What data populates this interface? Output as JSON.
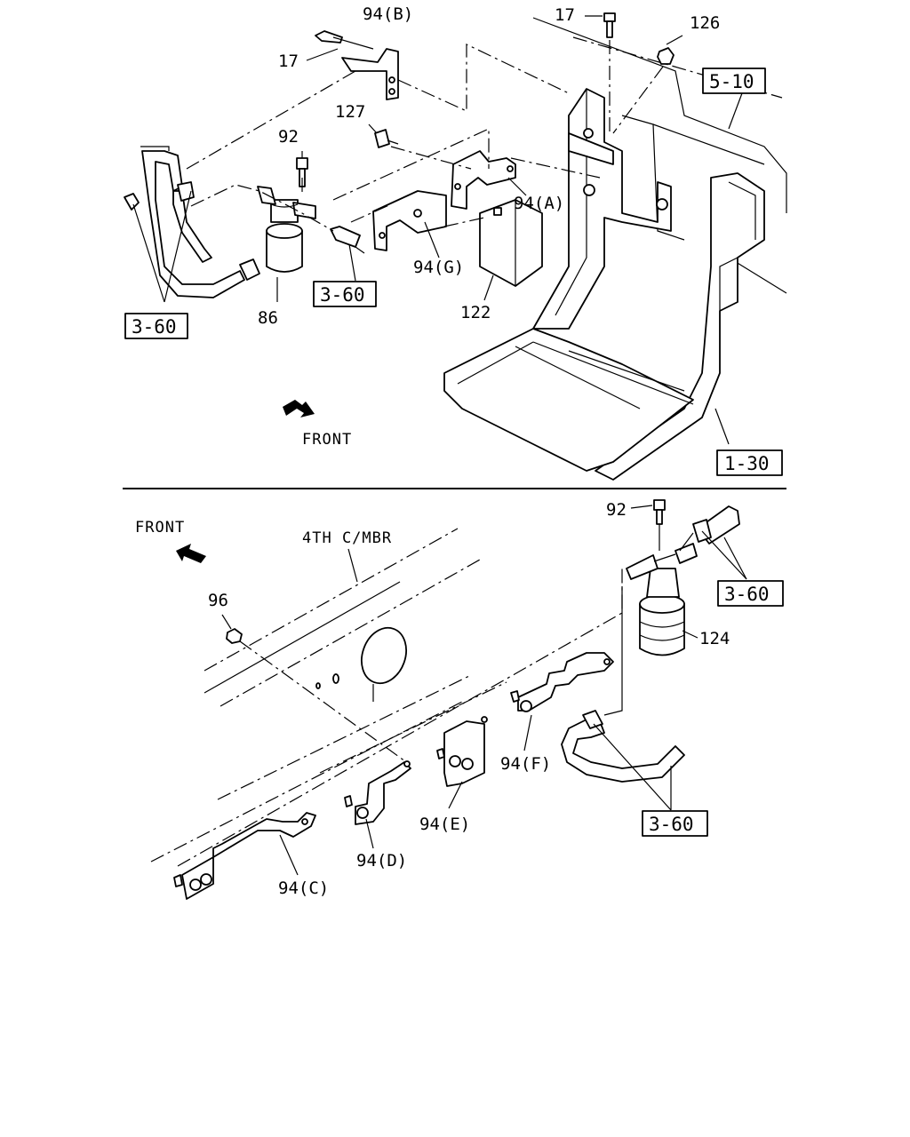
{
  "labels": {
    "p94b": "94(B)",
    "p17_top_right": "17",
    "p126": "126",
    "p17_top_left": "17",
    "p127": "127",
    "p92_top": "92",
    "p94a": "94(A)",
    "p94g": "94(G)",
    "p122": "122",
    "p86": "86",
    "p92_bottom": "92",
    "p96": "96",
    "p124": "124",
    "p94f": "94(F)",
    "p94e": "94(E)",
    "p94d": "94(D)",
    "p94c": "94(C)"
  },
  "refs": {
    "r5_10": "5-10",
    "r3_60_upper_center": "3-60",
    "r3_60_upper_left": "3-60",
    "r1_30": "1-30",
    "r3_60_lower_right": "3-60",
    "r3_60_lower_center": "3-60"
  },
  "text": {
    "front_upper": "FRONT",
    "front_lower": "FRONT",
    "crossmember": "4TH C/MBR"
  },
  "icons": {
    "front_arrow_upper": "arrow-right-down-icon",
    "front_arrow_lower": "arrow-left-up-icon"
  }
}
